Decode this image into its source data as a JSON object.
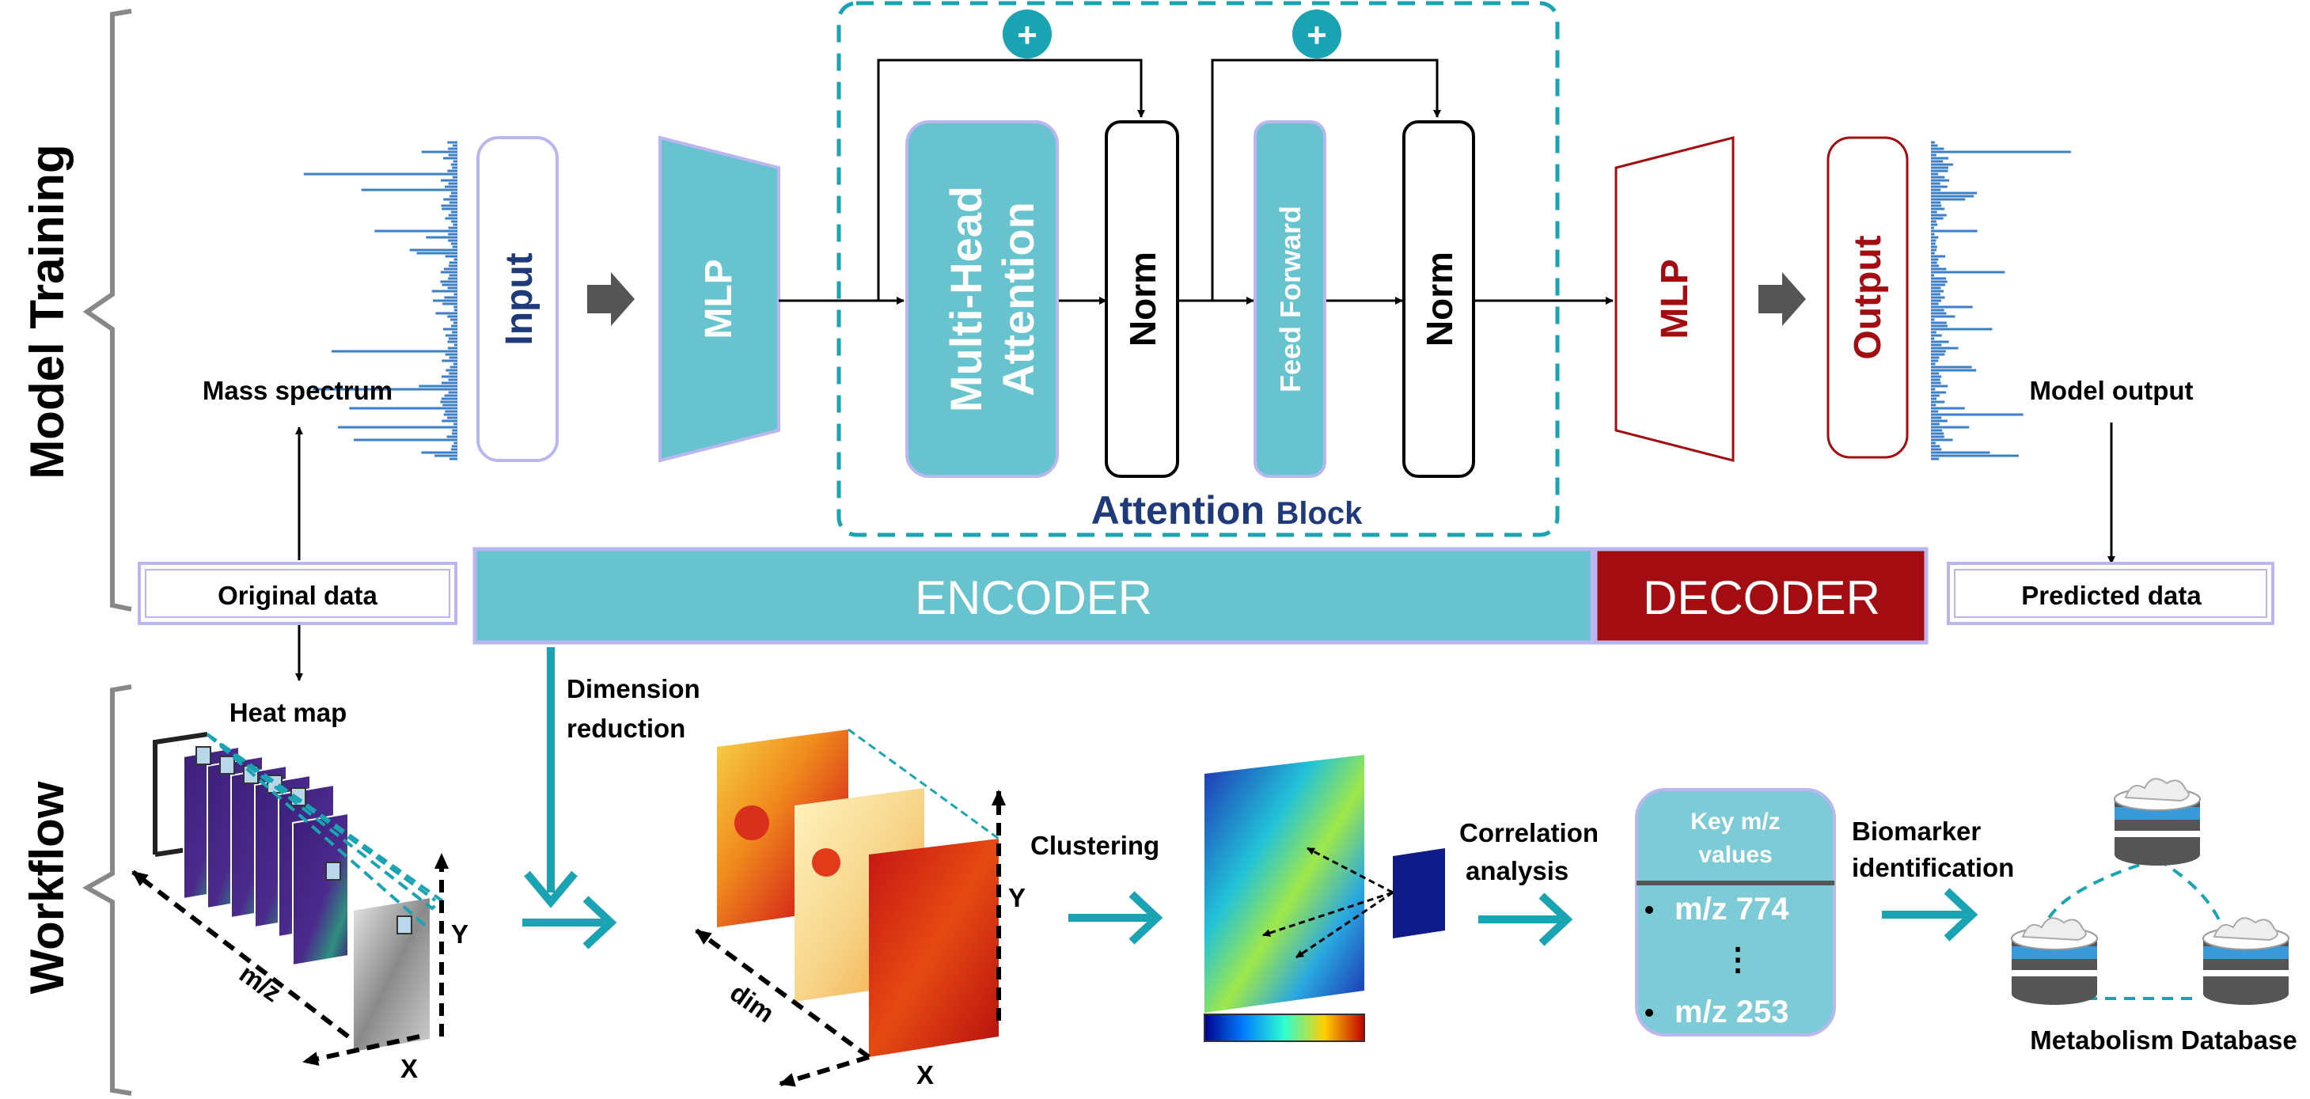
{
  "sections": {
    "training": "Model Training",
    "workflow": "Workflow"
  },
  "training": {
    "mass_spectrum": "Mass spectrum",
    "input": "Input",
    "mlp_encoder": "MLP",
    "mha_line1": "Multi-Head",
    "mha_line2": "Attention",
    "norm1": "Norm",
    "feed_forward": "Feed Forward",
    "norm2": "Norm",
    "mlp_decoder": "MLP",
    "output": "Output",
    "model_output": "Model output",
    "plus_symbol": "+",
    "attention_big": "Attention",
    "attention_small": "Block",
    "original_data": "Original data",
    "encoder": "ENCODER",
    "decoder": "DECODER",
    "predicted_data": "Predicted data"
  },
  "workflow": {
    "heat_map": "Heat map",
    "axis_mz": "m/z",
    "axis_x": "X",
    "axis_y": "Y",
    "dimension_reduction_1": "Dimension",
    "dimension_reduction_2": "reduction",
    "axis_dim": "dim",
    "clustering": "Clustering",
    "correlation_1": "Correlation",
    "correlation_2": "analysis",
    "key_title_1": "Key m/z",
    "key_title_2": "values",
    "key_value_1": "m/z 774",
    "key_ellipsis": "⋮",
    "key_value_2": "m/z 253",
    "biomarker_1": "Biomarker",
    "biomarker_2": "identification",
    "metabolism_db": "Metabolism Database"
  },
  "colors": {
    "teal": "#67c3ce",
    "teal_dark": "#1aa3b3",
    "navy": "#1f3a7a",
    "crimson": "#a30c10",
    "lavender": "#b9b6f0",
    "spectrum_blue": "#3d7fc4",
    "arrow_gray": "#555555"
  }
}
